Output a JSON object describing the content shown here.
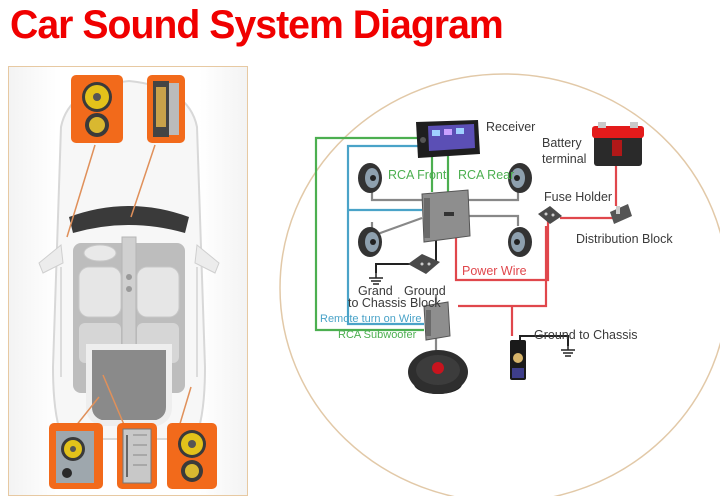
{
  "title": "Car Sound System Diagram",
  "colors": {
    "title": "#f00000",
    "accent_orange": "#f26a1b",
    "panel_border": "#e7c9a2",
    "rca_green": "#4caf50",
    "remote_blue": "#4aa3c8",
    "power_red": "#e0474c",
    "speaker_wire_gray": "#808080",
    "ground_black": "#222222"
  },
  "car_panel": {
    "callouts": [
      {
        "name": "front-component-speakers",
        "position": "top-left"
      },
      {
        "name": "head-unit-receiver",
        "position": "top-right"
      },
      {
        "name": "subwoofer-enclosure",
        "position": "bottom-left"
      },
      {
        "name": "amplifier",
        "position": "bottom-center"
      },
      {
        "name": "rear-component-speakers",
        "position": "bottom-right"
      }
    ]
  },
  "diagram": {
    "labels": {
      "receiver": "Receiver",
      "battery_line1": "Battery",
      "battery_line2": "terminal",
      "rca_front": "RCA Front",
      "rca_rear": "RCA Rear",
      "fuse_holder": "Fuse Holder",
      "distribution_block": "Distribution Block",
      "power_wire": "Power Wire",
      "grand_line1": "Grand",
      "grand_line2": "to Chassis",
      "ground_block_line1": "Ground",
      "ground_block_line2": "Block",
      "remote_wire": "Remote turn on Wire",
      "rca_subwoofer": "RCA Subwoofer",
      "ground_to_chassis": "Ground to Chassis"
    }
  }
}
